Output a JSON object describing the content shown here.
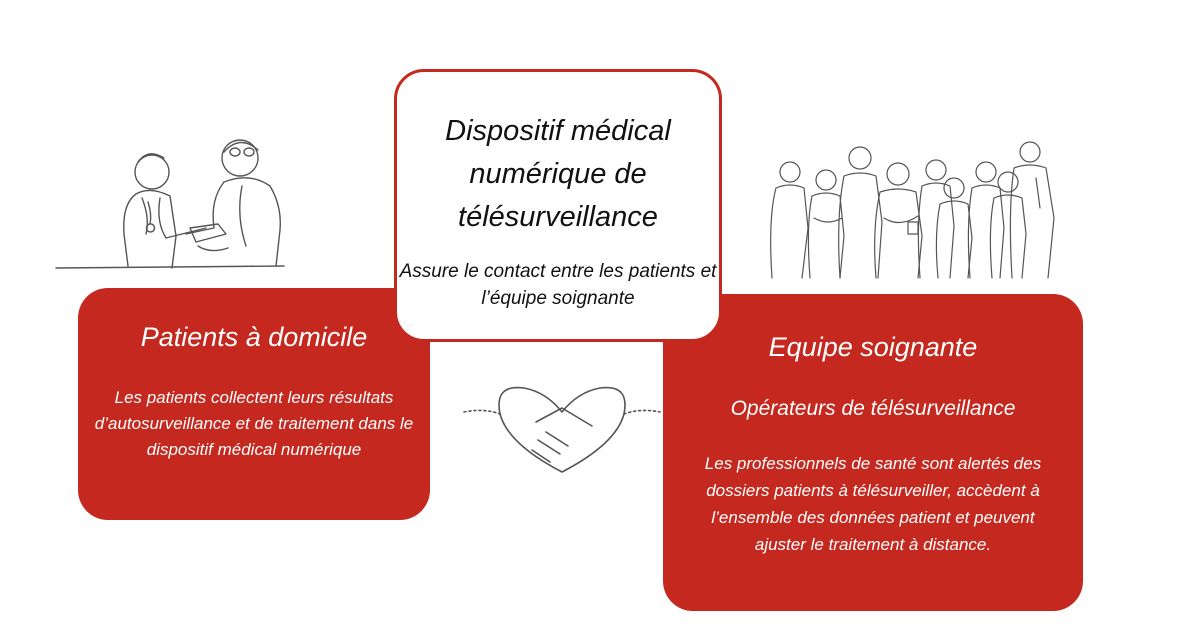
{
  "center": {
    "title": "Dispositif médical numérique de télésurveillance",
    "description": "Assure le contact entre les patients et l’équipe soignante"
  },
  "patients": {
    "title": "Patients à domicile",
    "description": "Les patients collectent  leurs résultats d’autosurveillance  et de traitement dans le dispositif médical numérique"
  },
  "team": {
    "title": "Equipe soignante",
    "subtitle": "Opérateurs de télésurveillance",
    "description": "Les professionnels de santé sont alertés des dossiers patients à télésurveiller, accèdent à l’ensemble des données patient et peuvent ajuster le traitement à distance."
  },
  "colors": {
    "accent": "#c4281f",
    "line": "#555555"
  }
}
